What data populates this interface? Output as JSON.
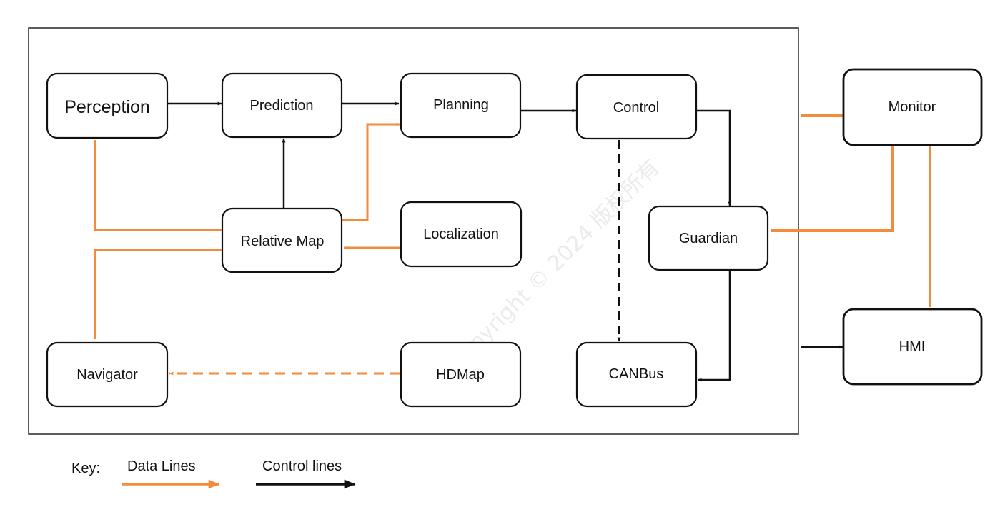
{
  "colors": {
    "data_line": "#f28c3c",
    "control_line": "#111111"
  },
  "nodes": {
    "perception": "Perception",
    "prediction": "Prediction",
    "planning": "Planning",
    "control": "Control",
    "monitor": "Monitor",
    "relative_map": "Relative Map",
    "localization": "Localization",
    "guardian": "Guardian",
    "navigator": "Navigator",
    "hdmap": "HDMap",
    "canbus": "CANBus",
    "hmi": "HMI"
  },
  "key": {
    "label": "Key:",
    "data_lines": "Data Lines",
    "control_lines": "Control lines"
  },
  "watermark": {
    "text": "Copyright © 2024 版权所有"
  }
}
